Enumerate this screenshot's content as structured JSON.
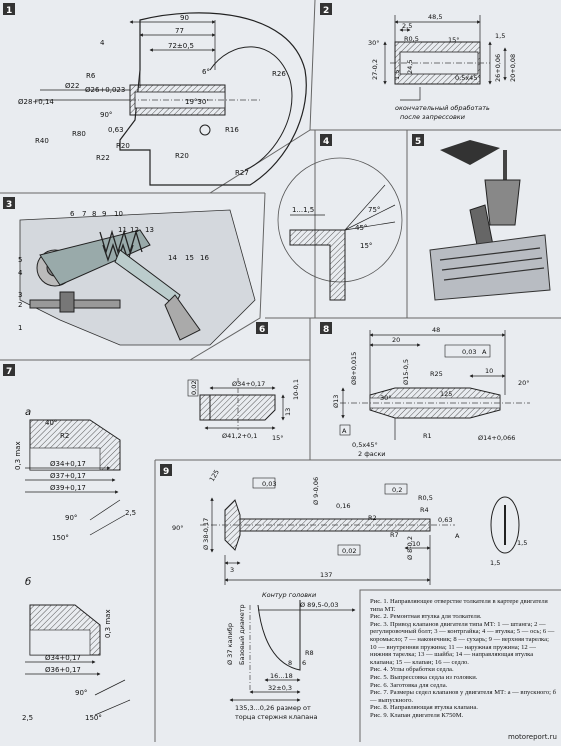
{
  "figures": {
    "f1": {
      "num": "1",
      "dims": [
        "90",
        "77",
        "72±0,5",
        "6°",
        "4",
        "R26",
        "Ø22",
        "R6",
        "Ø26+0,023",
        "Ø28+0,14",
        "90°",
        "R40",
        "R80",
        "0,63",
        "R20",
        "R22",
        "19°30'",
        "R16",
        "R20",
        "R27"
      ]
    },
    "f2": {
      "num": "2",
      "dims": [
        "48,5",
        "2,5",
        "R0,5",
        "15°",
        "1,5",
        "30°",
        "27-0,2",
        "24,5",
        "1,5",
        "0,5x45°",
        "26+0,06",
        "20+0,08"
      ],
      "note1": "окончательный обработать",
      "note2": "после запрессовки"
    },
    "f3": {
      "num": "3",
      "callouts": [
        "6",
        "7",
        "8",
        "9",
        "10",
        "11",
        "12",
        "13",
        "14",
        "15",
        "16",
        "5",
        "4",
        "3",
        "2",
        "1"
      ]
    },
    "f4": {
      "num": "4",
      "dims": [
        "1...1,5",
        "75°",
        "45°",
        "15°"
      ]
    },
    "f5": {
      "num": "5"
    },
    "f6": {
      "num": "6",
      "dims": [
        "Ø34+0,17",
        "0,02",
        "10-0,1",
        "13",
        "Ø41,2+0,1",
        "15°"
      ]
    },
    "f7": {
      "num": "7",
      "label_a": "а",
      "label_b": "б",
      "dims_a": [
        "40°",
        "R2",
        "Ø34+0,17",
        "Ø37+0,17",
        "Ø39+0,17",
        "0,3 max",
        "90°",
        "2,5",
        "150°"
      ],
      "dims_b": [
        "Ø34+0,17",
        "Ø36+0,17",
        "90°",
        "2,5",
        "0,3 max",
        "150°"
      ]
    },
    "f8": {
      "num": "8",
      "dims": [
        "48",
        "20",
        "Ø8+0,015",
        "Ø15-0,5",
        "0,03",
        "A",
        "Ø13",
        "R25",
        "30°",
        "10",
        "20°",
        "125",
        "0,5x45°",
        "2 фаски",
        "R1",
        "Ø14+0,066"
      ]
    },
    "f9": {
      "num": "9",
      "dims": [
        "125",
        "0,03",
        "Ø 9-0,06",
        "0,16",
        "0,2",
        "R0,5",
        "R4",
        "R2",
        "0,63",
        "Ø 38-0,17",
        "90°",
        "3",
        "R7",
        "Ø 8-0,2",
        "10",
        "1,5",
        "1,5",
        "A",
        "0,02",
        "137"
      ],
      "sub_title": "Контур головки",
      "sub_dims": [
        "Ø 89,5-0,03",
        "Ø 37 калибр",
        "Базовый диаметр",
        "R8",
        "8",
        "6",
        "16...18",
        "32±0,3",
        "135,3...0,26 размер от",
        "торца стержня клапана"
      ]
    }
  },
  "caption": [
    "Рис. 1. Направляющее отверстие толкателя в картере двигателя типа МТ.",
    "Рис. 2. Ремонтная втулка для толкателя.",
    "Рис. 3. Привод клапанов двигателя типа МТ: 1 — штанга; 2 — регулировочный болт; 3 — контргайка; 4 — втулка; 5 — ось; 6 — коромысло; 7 — наконечник; 8 — сухарь; 9 — верхняя тарелка; 10 — внутренняя пружина; 11 — наружная пружина; 12 — нижняя тарелка; 13 — шайба; 14 — направляющая втулка клапана; 15 — клапан; 16 — седло.",
    "Рис. 4. Углы обработки седла.",
    "Рис. 5. Выпрессовка седла из головки.",
    "Рис. 6. Заготовка для седла.",
    "Рис. 7. Размеры седел клапанов у двигателя МТ: а — впускного; б — выпускного.",
    "Рис. 8. Направляющая втулка клапана.",
    "Рис. 9. Клапан двигателя К750М."
  ],
  "watermark": "motoreport.ru"
}
